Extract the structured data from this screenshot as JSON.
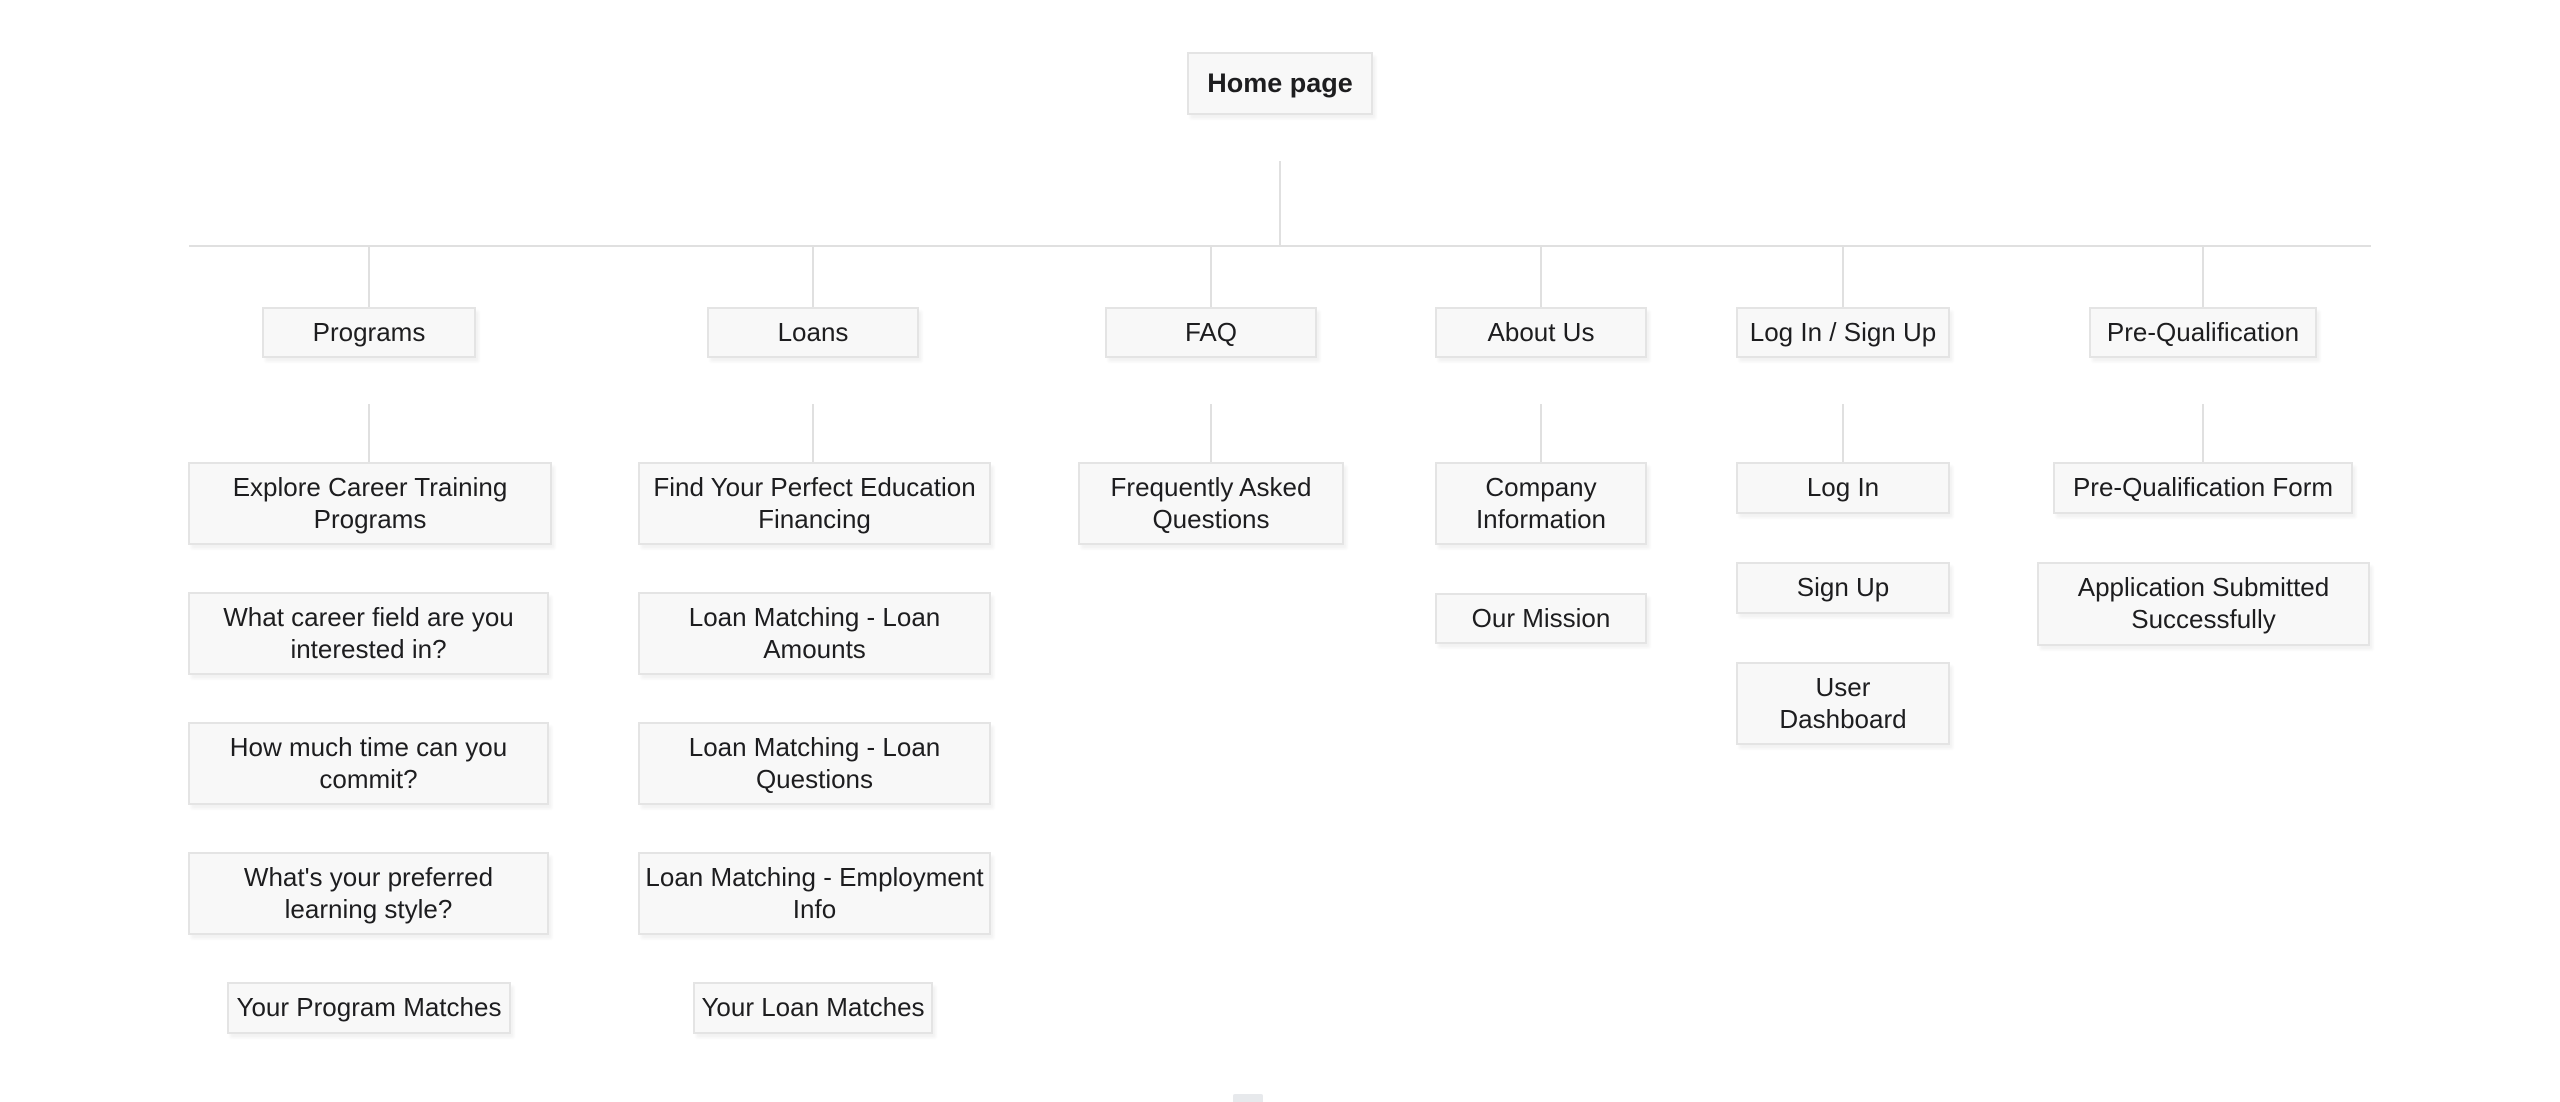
{
  "diagram": {
    "root": {
      "id": "home",
      "label": "Home page"
    },
    "branches": [
      {
        "id": "programs",
        "label": "Programs",
        "children": [
          {
            "id": "explore",
            "label": "Explore Career Training\nPrograms"
          },
          {
            "id": "career-field",
            "label": "What career field are you\ninterested in?"
          },
          {
            "id": "time-commit",
            "label": "How much time can you\ncommit?"
          },
          {
            "id": "learning-style",
            "label": "What's your preferred\nlearning style?"
          },
          {
            "id": "program-matches",
            "label": "Your Program Matches"
          }
        ]
      },
      {
        "id": "loans",
        "label": "Loans",
        "children": [
          {
            "id": "find-financing",
            "label": "Find Your Perfect Education\nFinancing"
          },
          {
            "id": "loan-amounts",
            "label": "Loan Matching - Loan\nAmounts"
          },
          {
            "id": "loan-questions",
            "label": "Loan Matching - Loan\nQuestions"
          },
          {
            "id": "employment-info",
            "label": "Loan Matching - Employment\nInfo"
          },
          {
            "id": "loan-matches",
            "label": "Your Loan Matches"
          }
        ]
      },
      {
        "id": "faq",
        "label": "FAQ",
        "children": [
          {
            "id": "faq-page",
            "label": "Frequently Asked\nQuestions"
          }
        ]
      },
      {
        "id": "about",
        "label": "About Us",
        "children": [
          {
            "id": "company-info",
            "label": "Company\nInformation"
          },
          {
            "id": "our-mission",
            "label": "Our Mission"
          }
        ]
      },
      {
        "id": "login",
        "label": "Log In / Sign Up",
        "children": [
          {
            "id": "log-in",
            "label": "Log In"
          },
          {
            "id": "sign-up",
            "label": "Sign Up"
          },
          {
            "id": "user-dashboard",
            "label": "User\nDashboard"
          }
        ]
      },
      {
        "id": "prequal",
        "label": "Pre-Qualification",
        "children": [
          {
            "id": "prequal-form",
            "label": "Pre-Qualification Form"
          },
          {
            "id": "app-submitted",
            "label": "Application Submitted\nSuccessfully"
          }
        ]
      }
    ]
  },
  "colors": {
    "background": "#ffffff",
    "node_fill": "#f8f8f8",
    "node_border": "#e4e4e4",
    "connector": "#e0e0e0",
    "text": "#1d1d1f"
  }
}
